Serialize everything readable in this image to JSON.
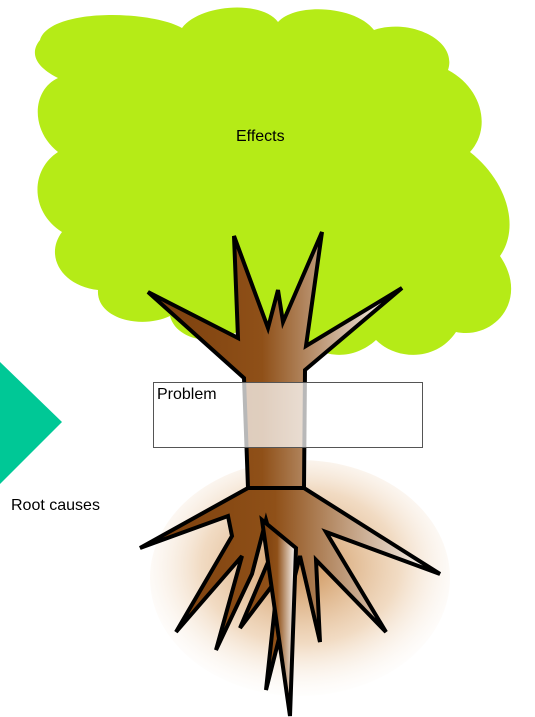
{
  "diagram": {
    "type": "problem-tree",
    "labels": {
      "effects": "Effects",
      "problem": "Problem",
      "root_causes": "Root causes"
    },
    "colors": {
      "canopy": "#b5eb17",
      "trunk_dark": "#8a4a12",
      "trunk_light": "#ffffff",
      "roots_glow": "#c98a4a",
      "arrow": "#00c896",
      "outline": "#000000"
    }
  }
}
